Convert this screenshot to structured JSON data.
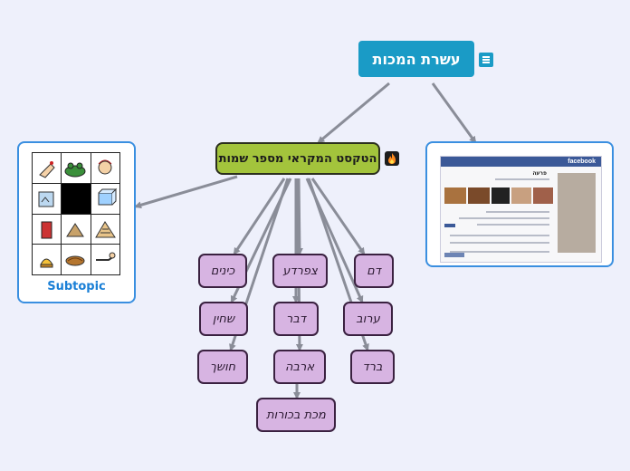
{
  "root": {
    "title": "עשרת המכות"
  },
  "main_topic": {
    "title": "הטקסט המקראי מספר שמות"
  },
  "plagues": [
    {
      "label": "דם"
    },
    {
      "label": "צפרדע"
    },
    {
      "label": "כינים"
    },
    {
      "label": "ערוב"
    },
    {
      "label": "דבר"
    },
    {
      "label": "שחין"
    },
    {
      "label": "ברד"
    },
    {
      "label": "ארבה"
    },
    {
      "label": "חושך"
    },
    {
      "label": "מכת בכורות"
    }
  ],
  "subtopic": {
    "label": "Subtopic"
  },
  "facebook_card": {
    "logo": "facebook",
    "profile_name": "פרעה"
  },
  "colors": {
    "root": "#1a9bc6",
    "main": "#a3c43c",
    "leaf": "#d7b4e2",
    "edge": "#8a8d98",
    "card_border": "#3a8fe0"
  },
  "icons": {
    "root": "notes-icon",
    "main": "fire-icon",
    "grid": [
      "hand-icon",
      "frog-icon",
      "lice-icon",
      "wild-animals-icon",
      "dark-cell",
      "cow-icon",
      "boils-icon",
      "locust-icon",
      "skin-icon",
      "hail-icon",
      "pyramid-icon",
      "firstborn-icon"
    ]
  }
}
